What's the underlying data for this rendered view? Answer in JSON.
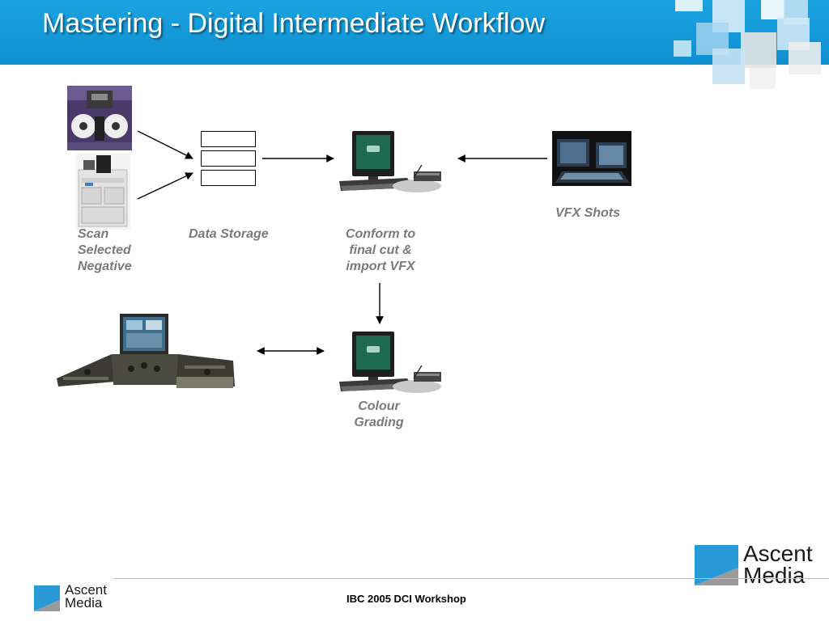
{
  "slide": {
    "title": "Mastering - Digital Intermediate Workflow",
    "footer": "IBC 2005 DCI Workshop"
  },
  "colors": {
    "header_blue": "#1ba3e0",
    "label_gray": "#7a7a7a",
    "logo_blue": "#2a9ad6"
  },
  "nodes": {
    "scan": {
      "label": "Scan Selected Negative",
      "lines": [
        "Scan",
        "Selected",
        "Negative"
      ]
    },
    "storage": {
      "label": "Data Storage"
    },
    "conform": {
      "label": "Conform to final cut & import VFX",
      "lines": [
        "Conform to",
        "final cut &",
        "import VFX"
      ]
    },
    "vfx": {
      "label": "VFX Shots"
    },
    "grading": {
      "label": "Colour Grading",
      "lines": [
        "Colour",
        "Grading"
      ]
    },
    "grading_console": {
      "label": ""
    }
  },
  "edges": [
    {
      "from": "scan",
      "to": "storage",
      "direction": "forward"
    },
    {
      "from": "storage",
      "to": "conform",
      "direction": "forward"
    },
    {
      "from": "vfx",
      "to": "conform",
      "direction": "forward"
    },
    {
      "from": "conform",
      "to": "grading",
      "direction": "forward"
    },
    {
      "from": "grading_console",
      "to": "grading",
      "direction": "both"
    }
  ],
  "logo": {
    "line1": "Ascent",
    "line2": "Media"
  }
}
